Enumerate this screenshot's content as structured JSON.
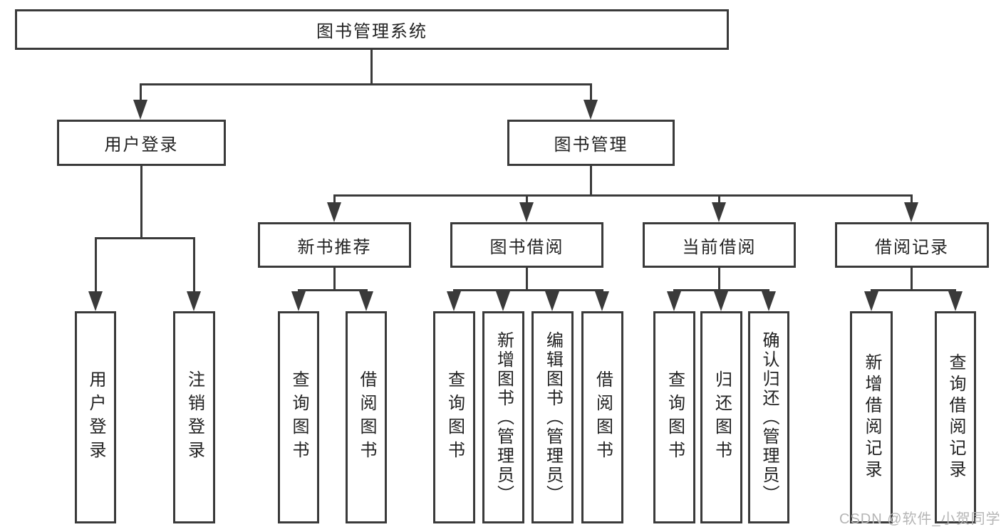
{
  "diagram_title": "图书管理系统",
  "tree": {
    "label": "图书管理系统",
    "children": [
      {
        "label": "用户登录",
        "children": [
          {
            "label": "用户登录"
          },
          {
            "label": "注销登录"
          }
        ]
      },
      {
        "label": "图书管理",
        "children": [
          {
            "label": "新书推荐",
            "children": [
              {
                "label": "查询图书"
              },
              {
                "label": "借阅图书"
              }
            ]
          },
          {
            "label": "图书借阅",
            "children": [
              {
                "label": "查询图书"
              },
              {
                "label": "新增图书（管理员）"
              },
              {
                "label": "编辑图书（管理员）"
              },
              {
                "label": "借阅图书"
              }
            ]
          },
          {
            "label": "当前借阅",
            "children": [
              {
                "label": "查询图书"
              },
              {
                "label": "归还图书"
              },
              {
                "label": "确认归还（管理员）"
              }
            ]
          },
          {
            "label": "借阅记录",
            "children": [
              {
                "label": "新增借阅记录"
              },
              {
                "label": "查询借阅记录"
              }
            ]
          }
        ]
      }
    ]
  },
  "watermark": {
    "text": "CSDN @软件_小贺同学"
  },
  "colors": {
    "line": "#3a3a3a",
    "text": "#222222",
    "background": "#ffffff",
    "watermark": "#b5b5b5"
  }
}
